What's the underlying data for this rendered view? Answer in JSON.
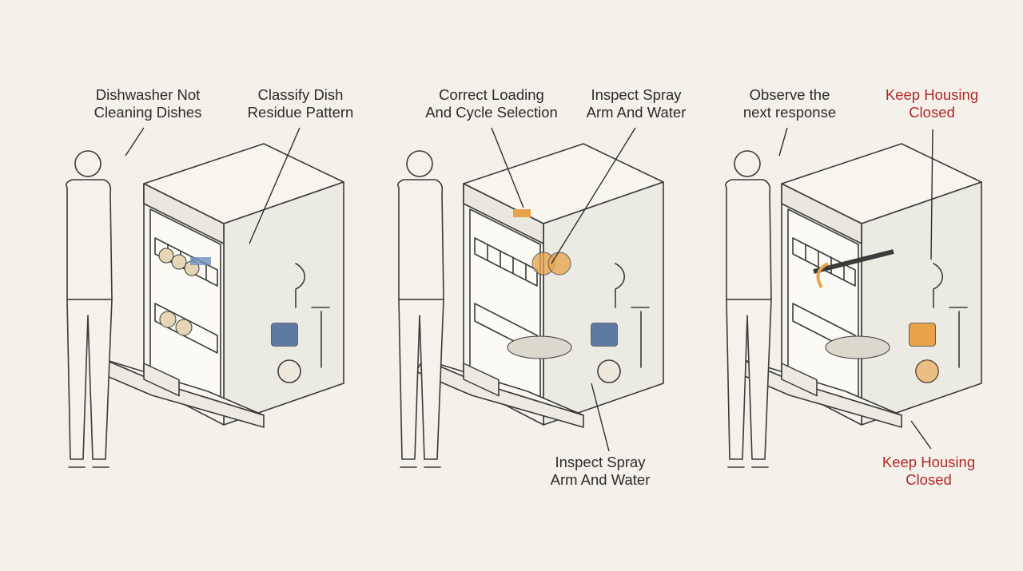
{
  "colors": {
    "background": "#f3f1e9",
    "warning_text": "#b3262b",
    "accent_orange": "#e8a24a",
    "accent_blue": "#6f8fbf"
  },
  "panels": [
    {
      "callouts": [
        {
          "line1": "Dishwasher Not",
          "line2": "Cleaning Dishes"
        },
        {
          "line1": "Classify Dish",
          "line2": "Residue Pattern"
        }
      ]
    },
    {
      "callouts": [
        {
          "line1": "Correct Loading",
          "line2": "And Cycle Selection"
        },
        {
          "line1": "Inspect Spray",
          "line2": "Arm And Water"
        },
        {
          "line1": "Inspect Spray",
          "line2": "Arm And Water"
        }
      ]
    },
    {
      "callouts": [
        {
          "line1": "Observe the",
          "line2": "next response"
        },
        {
          "line1": "Keep Housing",
          "line2": "Closed"
        },
        {
          "line1": "Keep Housing",
          "line2": "Closed"
        }
      ]
    }
  ]
}
